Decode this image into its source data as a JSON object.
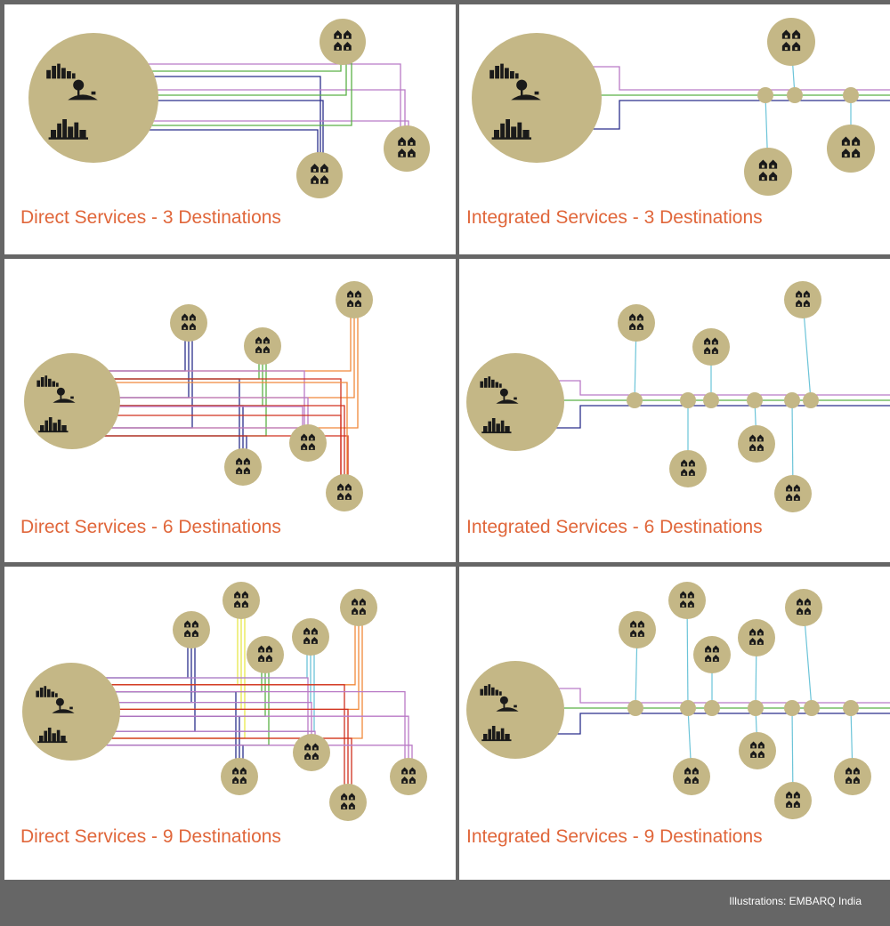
{
  "panels": [
    {
      "caption": "Direct Services - 3 Destinations"
    },
    {
      "caption": "Integrated Services - 3 Destinations"
    },
    {
      "caption": "Direct Services - 6 Destinations"
    },
    {
      "caption": "Integrated Services - 6 Destinations"
    },
    {
      "caption": "Direct Services - 9 Destinations"
    },
    {
      "caption": "Integrated Services - 9 Destinations"
    }
  ],
  "footer": {
    "credit": "Illustrations: EMBARQ India"
  },
  "colors": {
    "background": "#666666",
    "panel": "#ffffff",
    "circle": "#c4b786",
    "caption": "#e0663a",
    "feeder": "#6cc4d8",
    "route_purple": "#b97ac6",
    "route_green": "#5bb146",
    "route_navy": "#2b2f8c",
    "route_orange": "#f0883a",
    "route_red": "#d0301e",
    "route_yellow": "#e8e84a",
    "route_lightblue": "#6cc4d8"
  },
  "icons": {
    "origin_upper": "city-skyline-icon",
    "origin_middle": "park-icon",
    "origin_lower": "industrial-icon",
    "destination": "houses-icon"
  }
}
